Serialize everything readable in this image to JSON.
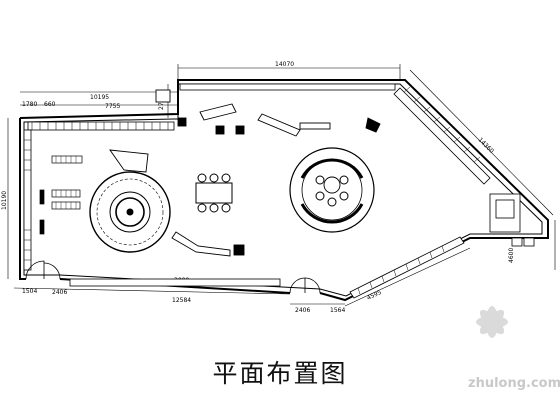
{
  "title": "平面布置图",
  "watermark": "zhulong.com",
  "dimensions": {
    "top_total": "14070",
    "top_left_a": "10195",
    "top_left_b": "1780",
    "top_left_c": "660",
    "top_left_d": "7755",
    "left_height": "2730",
    "left_side": "10190",
    "right_diag": "14360",
    "right_end": "4600",
    "bottom_right_diag": "4595",
    "bottom_1": "1504",
    "bottom_2": "2406",
    "bottom_3": "3000",
    "bottom_4": "12584",
    "bottom_5": "2406",
    "bottom_6": "1564"
  },
  "colors": {
    "line": "#000000",
    "watermark": "#cccccc"
  }
}
